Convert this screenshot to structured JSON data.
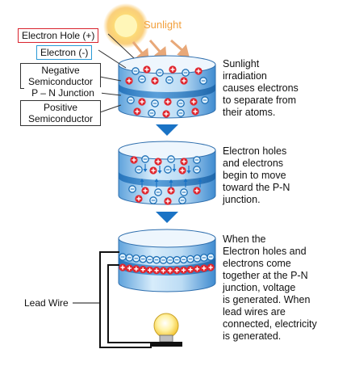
{
  "colors": {
    "cylinder_light": "#cfe6f7",
    "cylinder_dark": "#2f7fc6",
    "cylinder_top": "#eef6fd",
    "electron_fill": "#dff2ff",
    "electron_stroke": "#1d6fb5",
    "hole_fill": "#e0262e",
    "arrow_blue": "#1a73c5",
    "sun_inner": "#fff7b0",
    "sun_outer": "#f7b733",
    "sunlight_text": "#f2a03c",
    "hole_box": "#d9232d",
    "electron_box": "#2a9ad6",
    "wire": "#111111"
  },
  "labels": {
    "sunlight": "Sunlight",
    "electron_hole": "Electron Hole (+)",
    "electron": "Electron (-)",
    "negative": "Negative\nSemiconductor",
    "pn_junction": "P – N Junction",
    "positive": "Positive\nSemiconductor",
    "lead_wire": "Lead Wire"
  },
  "descriptions": {
    "step1": "Sunlight\nirradiation\ncauses electrons\nto separate from\ntheir atoms.",
    "step2": "Electron holes\nand electrons\nbegin to move\ntoward the P-N\njunction.",
    "step3": "When the\nElectron holes and\nelectrons come\ntogether at the P-N\njunction, voltage\nis generated. When\nlead wires are\nconnected, electricity\nis generated."
  },
  "icons": {
    "sun": "sun-icon",
    "bulb": "light-bulb-icon",
    "step_arrow": "down-triangle-icon"
  }
}
